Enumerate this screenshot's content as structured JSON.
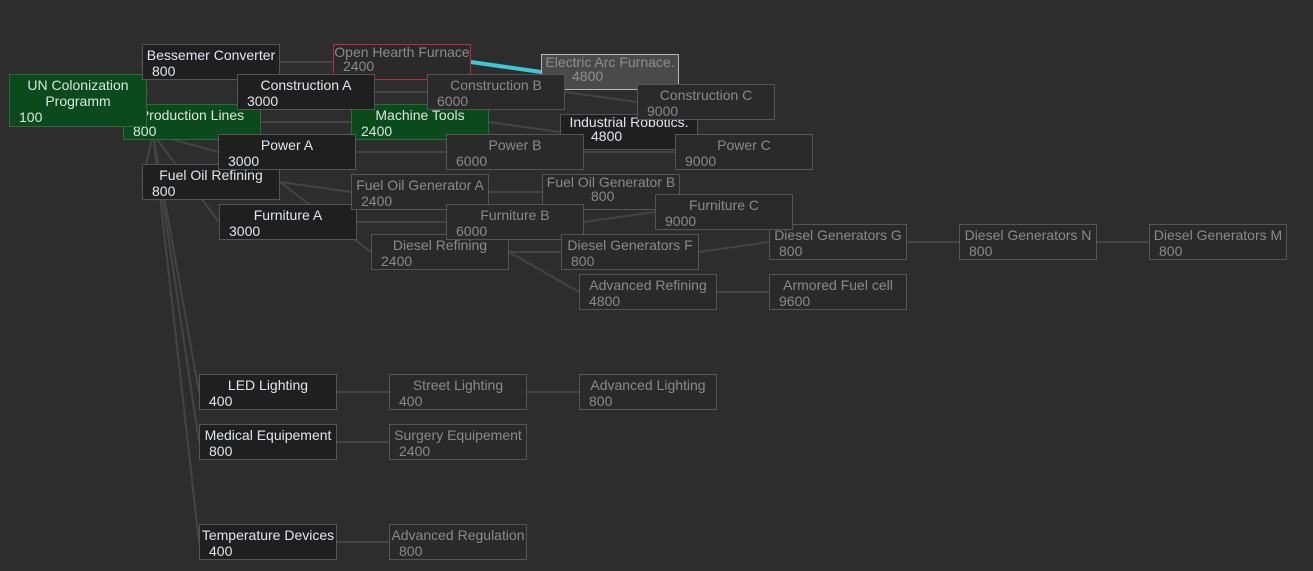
{
  "colors": {
    "background": "#2d2d2e",
    "researched": "#0b4a1c",
    "selected_border": "#c4283c",
    "edge": "#444",
    "active_edge": "#3cc8d8"
  },
  "nodes": [
    {
      "id": "prodlines",
      "title": "Production Lines",
      "cost": "800",
      "state": "researched"
    },
    {
      "id": "un",
      "title": "UN Colonization Programm",
      "cost": "100",
      "state": "researched"
    },
    {
      "id": "bessemer",
      "title": "Bessemer Converter",
      "cost": "800",
      "state": "available"
    },
    {
      "id": "machinetools",
      "title": "Machine Tools",
      "cost": "2400",
      "state": "researched"
    },
    {
      "id": "openhearth",
      "title": "Open Hearth Furnace",
      "cost": "2400",
      "state": "locked selected"
    },
    {
      "id": "consta",
      "title": "Construction A",
      "cost": "3000",
      "state": "available"
    },
    {
      "id": "fueloilref",
      "title": "Fuel Oil Refining",
      "cost": "800",
      "state": "available"
    },
    {
      "id": "powera",
      "title": "Power A",
      "cost": "3000",
      "state": "available"
    },
    {
      "id": "furna",
      "title": "Furniture A",
      "cost": "3000",
      "state": "available"
    },
    {
      "id": "electricarc",
      "title": "Electric Arc Furnace.",
      "cost": "4800",
      "state": "locked highlight"
    },
    {
      "id": "robotics",
      "title": "Industrial Robotics.",
      "cost": "4800",
      "state": "available"
    },
    {
      "id": "fogena",
      "title": "Fuel Oil Generator A",
      "cost": "2400",
      "state": "locked"
    },
    {
      "id": "fogenb",
      "title": "Fuel Oil Generator B",
      "cost": "800",
      "state": "locked"
    },
    {
      "id": "dieselref",
      "title": "Diesel Refining",
      "cost": "2400",
      "state": "locked"
    },
    {
      "id": "constb",
      "title": "Construction B",
      "cost": "6000",
      "state": "locked"
    },
    {
      "id": "constc",
      "title": "Construction C",
      "cost": "9000",
      "state": "locked"
    },
    {
      "id": "powerb",
      "title": "Power B",
      "cost": "6000",
      "state": "locked"
    },
    {
      "id": "powerc",
      "title": "Power C",
      "cost": "9000",
      "state": "locked"
    },
    {
      "id": "furnb",
      "title": "Furniture B",
      "cost": "6000",
      "state": "locked"
    },
    {
      "id": "dgeng",
      "title": "Diesel Generators G",
      "cost": "800",
      "state": "locked"
    },
    {
      "id": "furnc",
      "title": "Furniture C",
      "cost": "9000",
      "state": "locked"
    },
    {
      "id": "dgenf",
      "title": "Diesel Generators F",
      "cost": "800",
      "state": "locked"
    },
    {
      "id": "dgenn",
      "title": "Diesel Generators N",
      "cost": "800",
      "state": "locked"
    },
    {
      "id": "dgenm",
      "title": "Diesel Generators M",
      "cost": "800",
      "state": "locked"
    },
    {
      "id": "advref",
      "title": "Advanced Refining",
      "cost": "4800",
      "state": "locked"
    },
    {
      "id": "armfuel",
      "title": "Armored Fuel cell",
      "cost": "9600",
      "state": "locked"
    },
    {
      "id": "led",
      "title": "LED Lighting",
      "cost": "400",
      "state": "available"
    },
    {
      "id": "street",
      "title": "Street Lighting",
      "cost": "400",
      "state": "locked"
    },
    {
      "id": "advlight",
      "title": "Advanced Lighting",
      "cost": "800",
      "state": "locked"
    },
    {
      "id": "medical",
      "title": "Medical Equipement",
      "cost": "800",
      "state": "available"
    },
    {
      "id": "surgery",
      "title": "Surgery Equipement",
      "cost": "2400",
      "state": "locked"
    },
    {
      "id": "temp",
      "title": "Temperature Devices",
      "cost": "400",
      "state": "available"
    },
    {
      "id": "advreg",
      "title": "Advanced Regulation",
      "cost": "800",
      "state": "locked"
    }
  ],
  "edges": [
    [
      "un",
      "prodlines"
    ],
    [
      "un",
      "bessemer"
    ],
    [
      "prodlines",
      "consta"
    ],
    [
      "prodlines",
      "machinetools"
    ],
    [
      "prodlines",
      "powera"
    ],
    [
      "prodlines",
      "fueloilref"
    ],
    [
      "prodlines",
      "furna"
    ],
    [
      "bessemer",
      "openhearth"
    ],
    [
      "openhearth",
      "electricarc",
      "active"
    ],
    [
      "consta",
      "constb"
    ],
    [
      "constb",
      "constc"
    ],
    [
      "machinetools",
      "robotics"
    ],
    [
      "powera",
      "powerb"
    ],
    [
      "powerb",
      "powerc"
    ],
    [
      "fueloilref",
      "fogena"
    ],
    [
      "fogena",
      "fogenb"
    ],
    [
      "fueloilref",
      "dieselref"
    ],
    [
      "furna",
      "furnb"
    ],
    [
      "furnb",
      "furnc"
    ],
    [
      "dieselref",
      "dgenf"
    ],
    [
      "dgenf",
      "dgeng"
    ],
    [
      "dgeng",
      "dgenn"
    ],
    [
      "dgenn",
      "dgenm"
    ],
    [
      "dieselref",
      "advref"
    ],
    [
      "advref",
      "armfuel"
    ],
    [
      "prodlines",
      "led"
    ],
    [
      "led",
      "street"
    ],
    [
      "street",
      "advlight"
    ],
    [
      "prodlines",
      "medical"
    ],
    [
      "medical",
      "surgery"
    ],
    [
      "prodlines",
      "temp"
    ],
    [
      "temp",
      "advreg"
    ]
  ]
}
